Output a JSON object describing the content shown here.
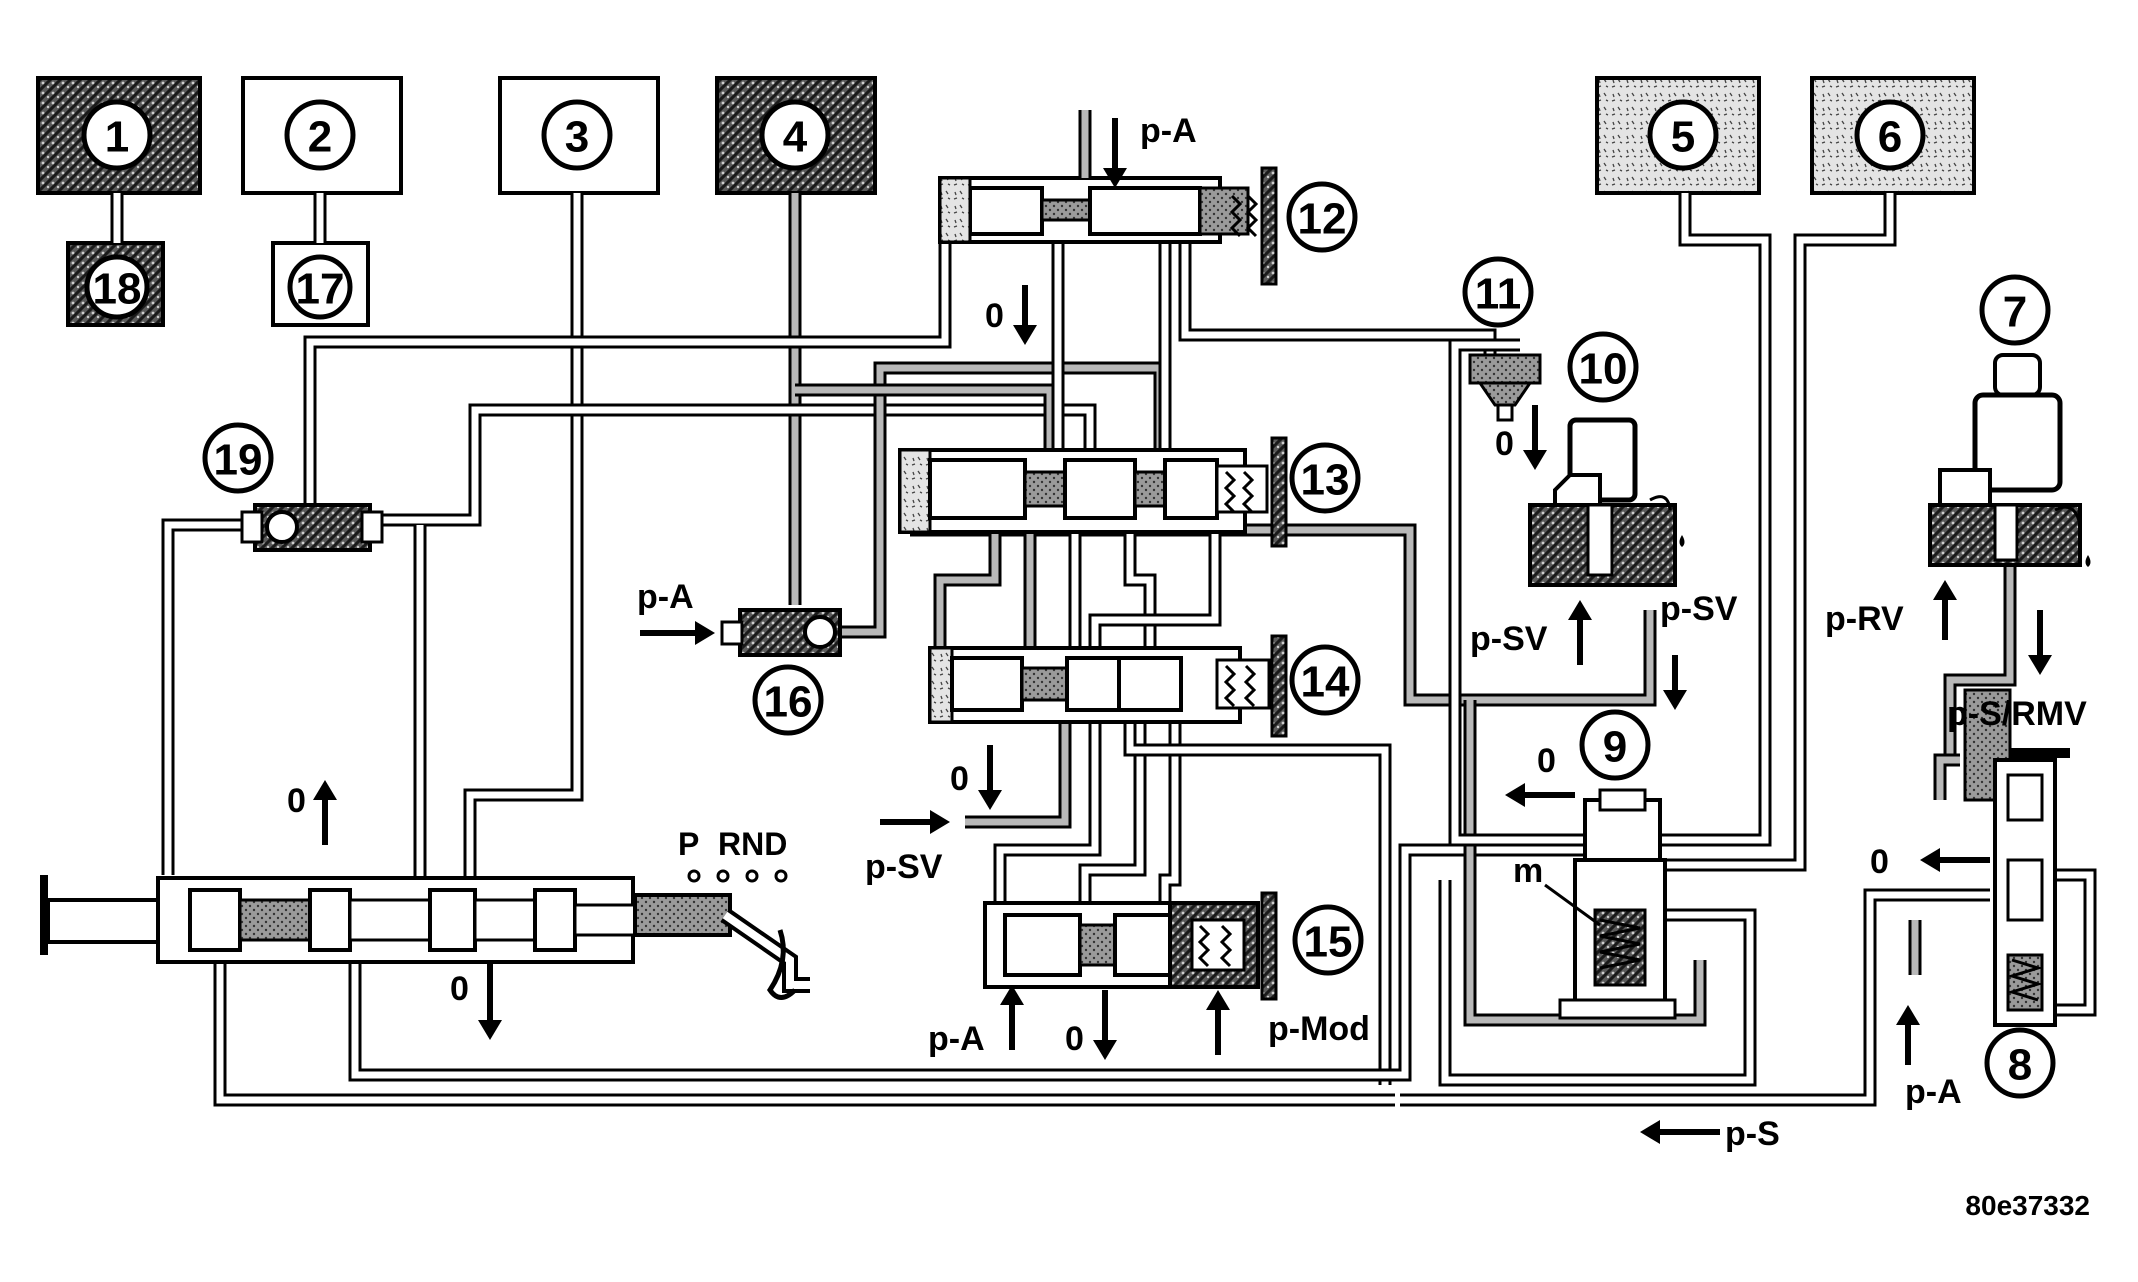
{
  "diagram": {
    "callouts": {
      "c1": "1",
      "c2": "2",
      "c3": "3",
      "c4": "4",
      "c5": "5",
      "c6": "6",
      "c7": "7",
      "c8": "8",
      "c9": "9",
      "c10": "10",
      "c11": "11",
      "c12": "12",
      "c13": "13",
      "c14": "14",
      "c15": "15",
      "c16": "16",
      "c17": "17",
      "c18": "18",
      "c19": "19"
    },
    "pressure_labels": {
      "pA_top": "p-A",
      "pA_left": "p-A",
      "pA_valve15": "p-A",
      "pA_right": "p-A",
      "pSV_left": "p-SV",
      "pSV_solenoid_in": "p-SV",
      "pSV_solenoid_out": "p-SV",
      "pRV": "p-RV",
      "pS_RMV": "p-S/RMV",
      "pMod": "p-Mod",
      "pS": "p-S"
    },
    "zero_labels": {
      "z_valve12": "0",
      "z_solenoid11": "0",
      "z_selector_up": "0",
      "z_selector_down": "0",
      "z_valve14": "0",
      "z_valve15": "0",
      "z_valve9": "0",
      "z_valve8": "0"
    },
    "selector_positions": {
      "P": "P",
      "RND": "RND"
    },
    "component_letter": "m",
    "figure_code": "80e37332"
  }
}
